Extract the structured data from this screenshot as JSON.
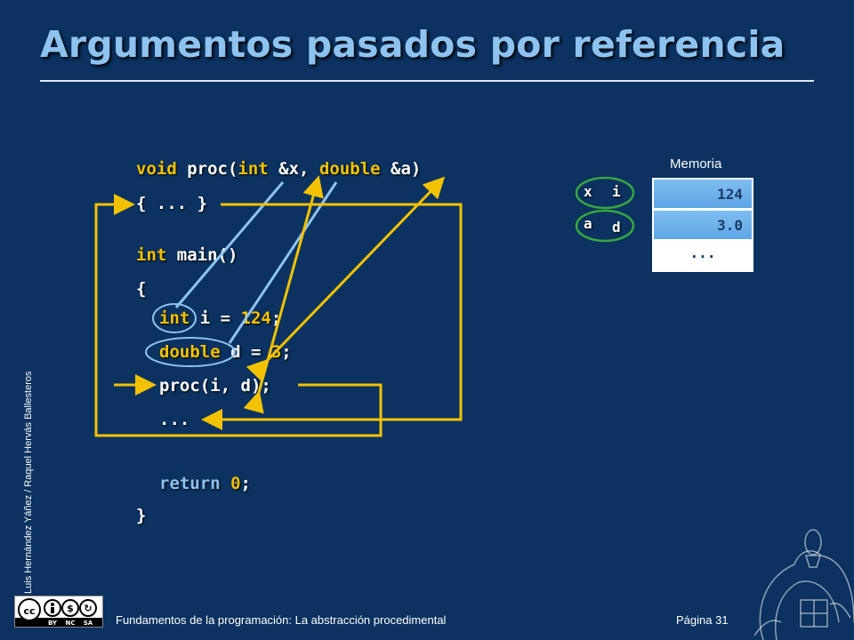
{
  "slide": {
    "title": "Argumentos pasados por referencia",
    "credit": "Luis Hernández Yáñez / Raquel Hervás Ballesteros",
    "course": "Fundamentos de la programación: La abstracción procedimental",
    "page": "Página 31"
  },
  "code": {
    "l1": [
      "void",
      " proc(",
      "int",
      " &x, ",
      "double",
      " &a)"
    ],
    "l2": "{ ... }",
    "l3": [
      "int",
      " main()"
    ],
    "l4": "{",
    "l5": [
      "int",
      " i = ",
      "124",
      ";"
    ],
    "l6": [
      "double",
      " d = ",
      "3",
      ";"
    ],
    "l7": "proc(i, d);",
    "l8": "...",
    "l9": [
      "return",
      " ",
      "0",
      ";"
    ],
    "l10": "}"
  },
  "memory": {
    "title": "Memoria",
    "cells": [
      "124",
      "3.0",
      "..."
    ],
    "labels": [
      {
        "param": "x",
        "var": "i"
      },
      {
        "param": "a",
        "var": "d"
      }
    ]
  },
  "license": {
    "badge": [
      "BY",
      "NC",
      "SA"
    ]
  },
  "colors": {
    "background": "#0b3260",
    "title": "#8ec3f0",
    "keyword": "#f2c200",
    "arrow_yellow": "#f2c200",
    "arrow_blue": "#8ec3f0",
    "memory_cell": "#6fb1ea"
  }
}
